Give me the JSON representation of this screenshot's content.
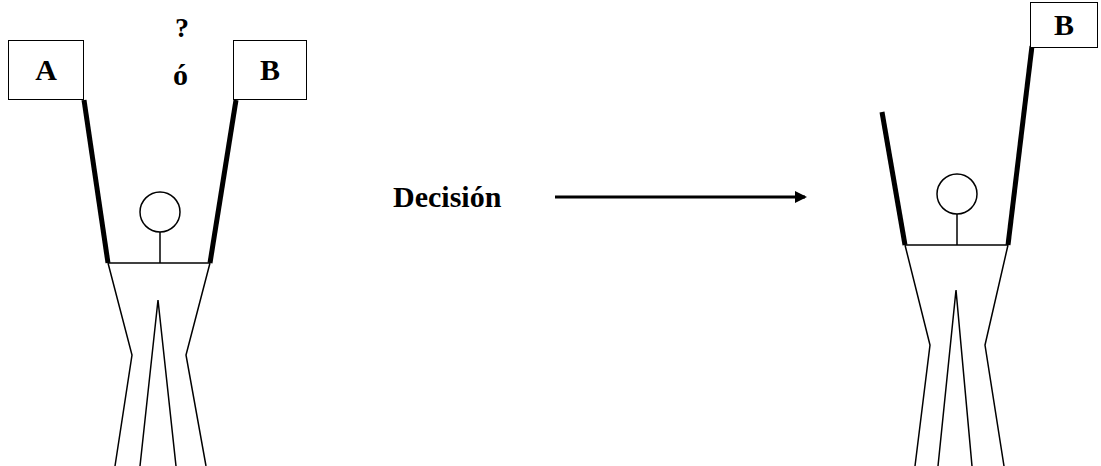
{
  "diagram": {
    "nodes": [
      {
        "text": [
          "A"
        ]
      },
      {
        "text": [
          "B"
        ]
      },
      {
        "text": [
          "B"
        ]
      }
    ],
    "labels": [
      "?",
      "ó",
      "Decisión"
    ]
  }
}
